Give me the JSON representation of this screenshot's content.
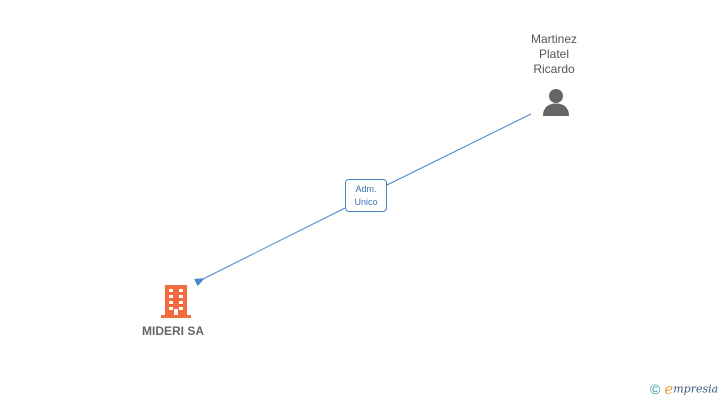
{
  "person": {
    "name_lines": [
      "Martinez",
      "Platel",
      "Ricardo"
    ],
    "icon": "person-icon"
  },
  "company": {
    "name": "MIDERI SA",
    "icon": "building-icon"
  },
  "relation": {
    "label_lines": [
      "Adm.",
      "Unico"
    ]
  },
  "brand": {
    "symbol": "©",
    "initial": "e",
    "rest": "mpresia"
  },
  "colors": {
    "edge": "#4a86c8",
    "company_icon": "#f26a3d",
    "person_icon": "#666666",
    "brand_teal": "#2a9d8f",
    "brand_orange": "#f39c34"
  }
}
